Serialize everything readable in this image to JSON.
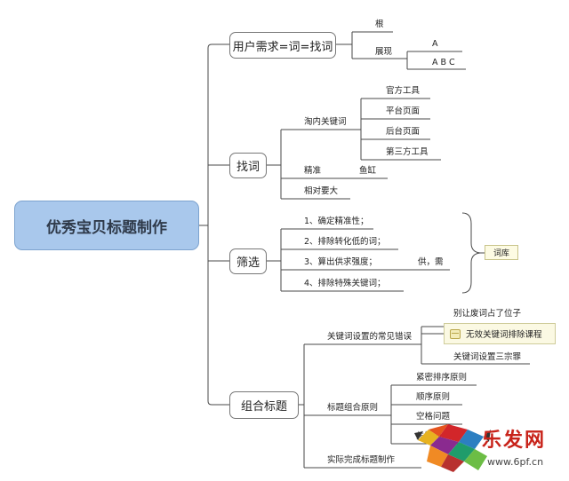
{
  "root": {
    "title": "优秀宝贝标题制作"
  },
  "branches": {
    "need": {
      "label": "用户需求=词=找词",
      "children": {
        "root_word": "根",
        "show": "展现",
        "show_a": "A",
        "show_abc": "A B C"
      }
    },
    "find": {
      "label": "找词",
      "children": {
        "taobao": "淘内关键词",
        "official_tools": "官方工具",
        "platform_page": "平台页面",
        "backend_page": "后台页面",
        "third_party": "第三方工具",
        "precise": "精准",
        "yugang": "鱼缸",
        "relative": "相对要大"
      }
    },
    "filter": {
      "label": "筛选",
      "children": {
        "step1": "1、确定精准性；",
        "step2": "2、排除转化低的词；",
        "step3": "3、算出供求强度；",
        "supply": "供，需",
        "step4": "4、排除特殊关键词；",
        "ciku": "词库"
      }
    },
    "combine": {
      "label": "组合标题",
      "children": {
        "common_errors": "关键词设置的常见错误",
        "err1": "别让废词占了位子",
        "course": "无效关键词排除课程",
        "err3": "关键词设置三宗罪",
        "principles": "标题组合原则",
        "p1": "紧密排序原则",
        "p2": "顺序原则",
        "p3": "空格问题",
        "p4": "关键词…",
        "complete": "实际完成标题制作"
      }
    }
  },
  "watermark": {
    "title": "乐发网",
    "url": "www.6pf.cn"
  },
  "colors": {
    "root_fill": "#a9c8ec",
    "watermark_red": "#c8231a",
    "line": "#4a4a4a"
  }
}
